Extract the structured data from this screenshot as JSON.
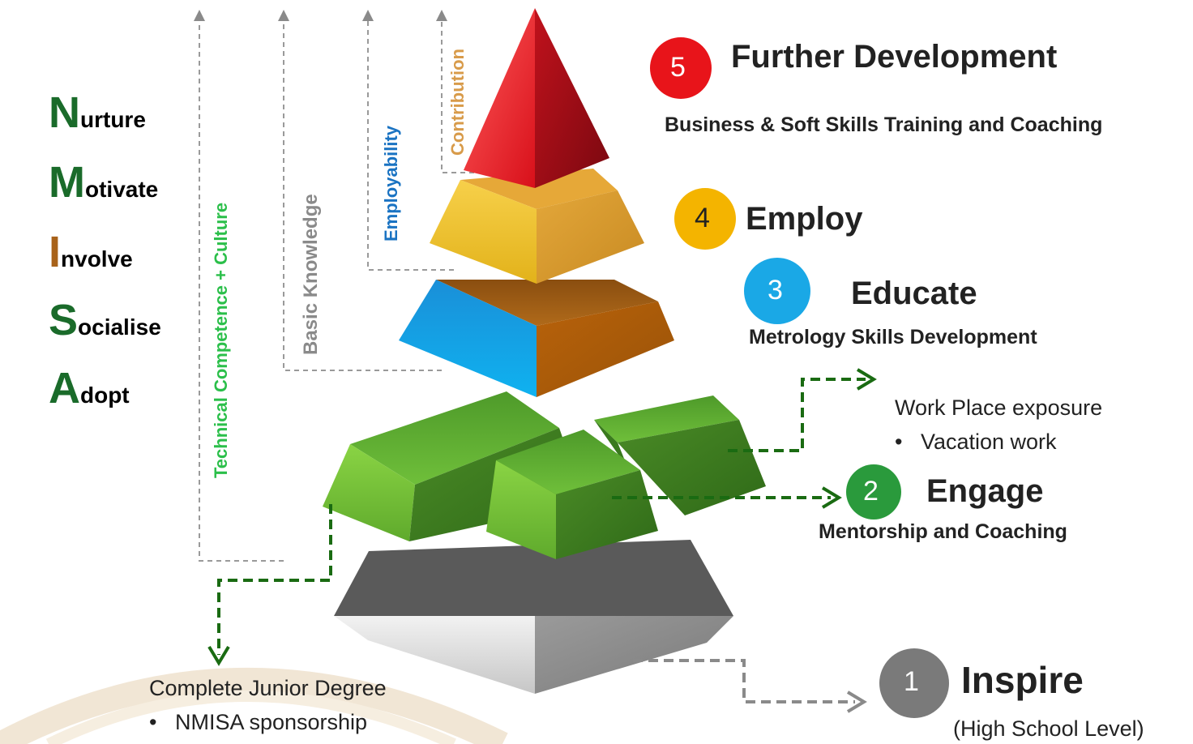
{
  "acronym": [
    {
      "letter": "N",
      "rest": "urture",
      "color": "#1a6b2a"
    },
    {
      "letter": "M",
      "rest": "otivate",
      "color": "#1a6b2a"
    },
    {
      "letter": "I",
      "rest": "nvolve",
      "color": "#a8621a"
    },
    {
      "letter": "S",
      "rest": "ocialise",
      "color": "#1a6b2a"
    },
    {
      "letter": "A",
      "rest": "dopt",
      "color": "#1a6b2a"
    }
  ],
  "vertical_labels": {
    "technical": {
      "text": "Technical Competence + Culture",
      "color": "#2bbf4a"
    },
    "basic": {
      "text": "Basic Knowledge",
      "color": "#8a8a8a"
    },
    "employability": {
      "text": "Employability",
      "color": "#1a73c2"
    },
    "contribution": {
      "text": "Contribution",
      "color": "#d89b4a"
    }
  },
  "steps": {
    "s5": {
      "number": "5",
      "title": "Further Development",
      "subtitle": "Business &  Soft Skills Training and Coaching",
      "color": "#e8141a"
    },
    "s4": {
      "number": "4",
      "title": "Employ",
      "color": "#f4b400"
    },
    "s3": {
      "number": "3",
      "title": "Educate",
      "subtitle": "Metrology Skills Development",
      "color": "#1aa8e6"
    },
    "s2": {
      "number": "2",
      "title": "Engage",
      "subtitle": "Mentorship and Coaching",
      "color": "#2a9a3c"
    },
    "s1": {
      "number": "1",
      "title": "Inspire",
      "subtitle": "(High School Level)",
      "color": "#7a7a7a"
    }
  },
  "notes": {
    "workplace": {
      "heading": "Work Place exposure",
      "bullet": "Vacation work"
    },
    "junior": {
      "heading": "Complete Junior Degree",
      "bullet": "NMISA sponsorship"
    }
  }
}
